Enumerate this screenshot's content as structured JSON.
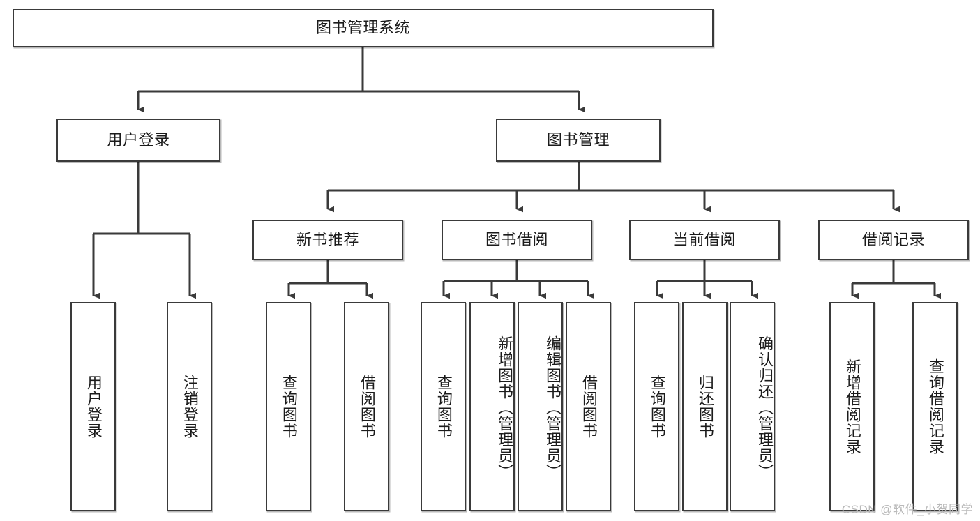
{
  "diagram": {
    "title_node": {
      "id": "root",
      "label": "图书管理系统"
    },
    "level2": [
      {
        "id": "user-login",
        "label": "用户登录"
      },
      {
        "id": "book-manage",
        "label": "图书管理"
      }
    ],
    "level3": [
      {
        "id": "new-book-rec",
        "label": "新书推荐"
      },
      {
        "id": "book-borrow",
        "label": "图书借阅"
      },
      {
        "id": "current-borrow",
        "label": "当前借阅"
      },
      {
        "id": "borrow-record",
        "label": "借阅记录"
      }
    ],
    "leaves": [
      {
        "id": "leaf-user-login",
        "label": "用户登录",
        "parent": "user-login"
      },
      {
        "id": "leaf-logout",
        "label": "注销登录",
        "parent": "user-login"
      },
      {
        "id": "leaf-query-book-1",
        "label": "查询图书",
        "parent": "new-book-rec"
      },
      {
        "id": "leaf-borrow-book-1",
        "label": "借阅图书",
        "parent": "new-book-rec"
      },
      {
        "id": "leaf-query-book-2",
        "label": "查询图书",
        "parent": "book-borrow"
      },
      {
        "id": "leaf-add-book",
        "label": "新增图书（管理员）",
        "parent": "book-borrow"
      },
      {
        "id": "leaf-edit-book",
        "label": "编辑图书（管理员）",
        "parent": "book-borrow"
      },
      {
        "id": "leaf-borrow-book-2",
        "label": "借阅图书",
        "parent": "book-borrow"
      },
      {
        "id": "leaf-query-book-3",
        "label": "查询图书",
        "parent": "current-borrow"
      },
      {
        "id": "leaf-return-book",
        "label": "归还图书",
        "parent": "current-borrow"
      },
      {
        "id": "leaf-confirm-return",
        "label": "确认归还（管理员）",
        "parent": "current-borrow"
      },
      {
        "id": "leaf-add-record",
        "label": "新增借阅记录",
        "parent": "borrow-record"
      },
      {
        "id": "leaf-query-record",
        "label": "查询借阅记录",
        "parent": "borrow-record"
      }
    ],
    "colors": {
      "stroke": "#3a3a3a",
      "background": "#ffffff",
      "text": "#1b1b1b",
      "watermark": "#b9b9b9"
    }
  },
  "watermark": {
    "text": "CSDN @软件_小贺同学"
  }
}
